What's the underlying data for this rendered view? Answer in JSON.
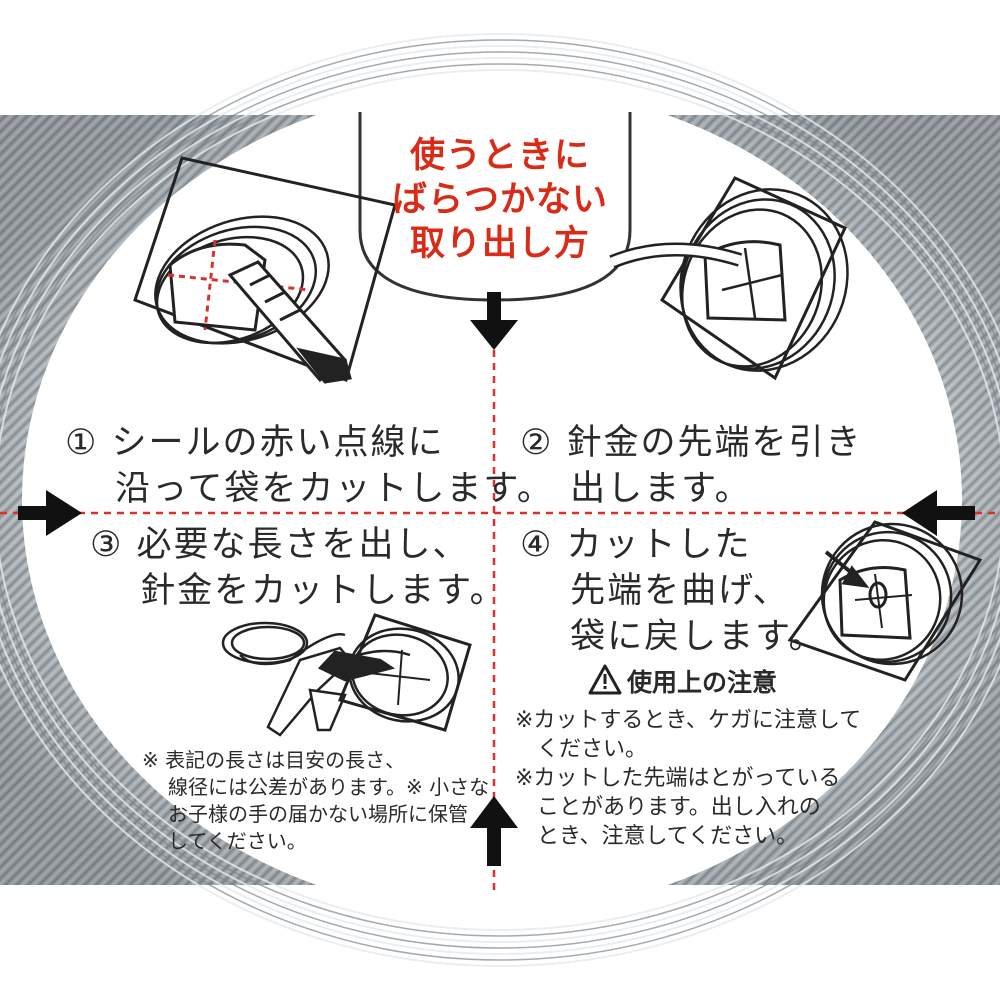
{
  "title": [
    "使うときに",
    "ばらつかない",
    "取り出し方"
  ],
  "steps": {
    "s1": [
      "① シールの赤い点線に",
      "　 沿って袋をカットします。"
    ],
    "s2": [
      "② 針金の先端を引き",
      "　 出します。"
    ],
    "s3": [
      "③ 必要な長さを出し、",
      "　 針金をカットします。"
    ],
    "s4": [
      "④ カットした",
      "　 先端を曲げ、",
      "　 袋に戻します。"
    ]
  },
  "note": [
    "※ 表記の長さは目安の長さ、",
    "線径には公差があります。※ 小さな",
    "お子様の手の届かない場所に保管",
    "してください。"
  ],
  "caution": {
    "heading": "使用上の注意",
    "items": [
      "※カットするとき、ケガに注意して",
      "　ください。",
      "※カットした先端はとがっている",
      "　ことがあります。出し入れの",
      "　とき、注意してください。"
    ]
  },
  "colors": {
    "label_bg": "#ffffff",
    "text": "#2a2a2a",
    "title_red": "#d92b17",
    "guide_red": "#d9322a",
    "wire_gray": "#b4bcc2"
  }
}
